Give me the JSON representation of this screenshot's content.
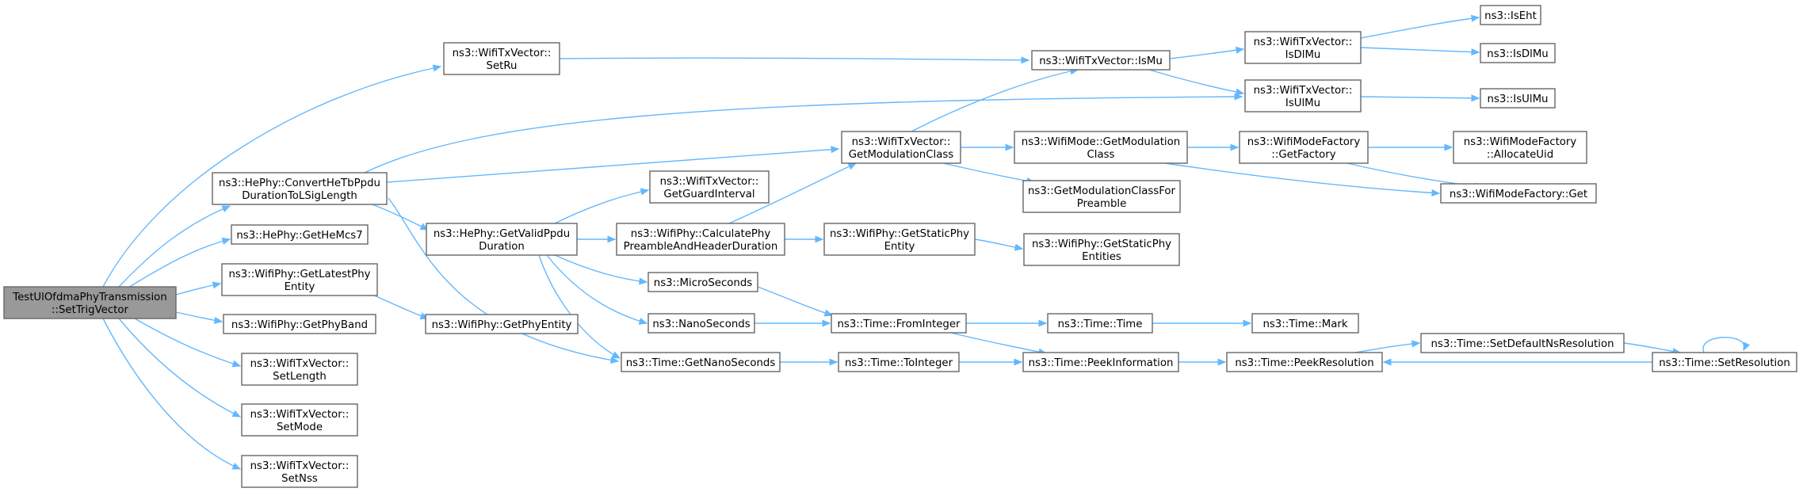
{
  "colors": {
    "edge": "#63b8ff",
    "node_border": "#666666",
    "root_fill": "#999999",
    "node_fill": "#ffffff"
  },
  "nodes": [
    {
      "id": "root",
      "lines": [
        "TestUlOfdmaPhyTransmission",
        "::SetTrigVector"
      ]
    },
    {
      "id": "setru",
      "lines": [
        "ns3::WifiTxVector::",
        "SetRu"
      ]
    },
    {
      "id": "convert",
      "lines": [
        "ns3::HePhy::ConvertHeTbPpdu",
        "DurationToLSigLength"
      ]
    },
    {
      "id": "gethemcs7",
      "lines": [
        "ns3::HePhy::GetHeMcs7"
      ]
    },
    {
      "id": "getlatest",
      "lines": [
        "ns3::WifiPhy::GetLatestPhy",
        "Entity"
      ]
    },
    {
      "id": "getphyband",
      "lines": [
        "ns3::WifiPhy::GetPhyBand"
      ]
    },
    {
      "id": "setlength",
      "lines": [
        "ns3::WifiTxVector::",
        "SetLength"
      ]
    },
    {
      "id": "setmode",
      "lines": [
        "ns3::WifiTxVector::",
        "SetMode"
      ]
    },
    {
      "id": "setnss",
      "lines": [
        "ns3::WifiTxVector::",
        "SetNss"
      ]
    },
    {
      "id": "getvalid",
      "lines": [
        "ns3::HePhy::GetValidPpdu",
        "Duration"
      ]
    },
    {
      "id": "getphyentity",
      "lines": [
        "ns3::WifiPhy::GetPhyEntity"
      ]
    },
    {
      "id": "getguard",
      "lines": [
        "ns3::WifiTxVector::",
        "GetGuardInterval"
      ]
    },
    {
      "id": "calcpre",
      "lines": [
        "ns3::WifiPhy::CalculatePhy",
        "PreambleAndHeaderDuration"
      ]
    },
    {
      "id": "micro",
      "lines": [
        "ns3::MicroSeconds"
      ]
    },
    {
      "id": "nano",
      "lines": [
        "ns3::NanoSeconds"
      ]
    },
    {
      "id": "getnano",
      "lines": [
        "ns3::Time::GetNanoSeconds"
      ]
    },
    {
      "id": "getmodclass",
      "lines": [
        "ns3::WifiTxVector::",
        "GetModulationClass"
      ]
    },
    {
      "id": "getstatic",
      "lines": [
        "ns3::WifiPhy::GetStaticPhy",
        "Entity"
      ]
    },
    {
      "id": "frominteger",
      "lines": [
        "ns3::Time::FromInteger"
      ]
    },
    {
      "id": "tointeger",
      "lines": [
        "ns3::Time::ToInteger"
      ]
    },
    {
      "id": "ismu",
      "lines": [
        "ns3::WifiTxVector::IsMu"
      ]
    },
    {
      "id": "modegetmod",
      "lines": [
        "ns3::WifiMode::GetModulation",
        "Class"
      ]
    },
    {
      "id": "getmodpre",
      "lines": [
        "ns3::GetModulationClassFor",
        "Preamble"
      ]
    },
    {
      "id": "staticents",
      "lines": [
        "ns3::WifiPhy::GetStaticPhy",
        "Entities"
      ]
    },
    {
      "id": "timetime",
      "lines": [
        "ns3::Time::Time"
      ]
    },
    {
      "id": "peekinfo",
      "lines": [
        "ns3::Time::PeekInformation"
      ]
    },
    {
      "id": "isdlmu",
      "lines": [
        "ns3::WifiTxVector::",
        "IsDlMu"
      ]
    },
    {
      "id": "isulmu",
      "lines": [
        "ns3::WifiTxVector::",
        "IsUlMu"
      ]
    },
    {
      "id": "getfactory",
      "lines": [
        "ns3::WifiModeFactory",
        "::GetFactory"
      ]
    },
    {
      "id": "mark",
      "lines": [
        "ns3::Time::Mark"
      ]
    },
    {
      "id": "peekres",
      "lines": [
        "ns3::Time::PeekResolution"
      ]
    },
    {
      "id": "iseht",
      "lines": [
        "ns3::IsEht"
      ]
    },
    {
      "id": "isdlmu2",
      "lines": [
        "ns3::IsDlMu"
      ]
    },
    {
      "id": "isulmu2",
      "lines": [
        "ns3::IsUlMu"
      ]
    },
    {
      "id": "allocuid",
      "lines": [
        "ns3::WifiModeFactory",
        "::AllocateUid"
      ]
    },
    {
      "id": "factoryget",
      "lines": [
        "ns3::WifiModeFactory::Get"
      ]
    },
    {
      "id": "setdefault",
      "lines": [
        "ns3::Time::SetDefaultNsResolution"
      ]
    },
    {
      "id": "setres",
      "lines": [
        "ns3::Time::SetResolution"
      ]
    }
  ]
}
